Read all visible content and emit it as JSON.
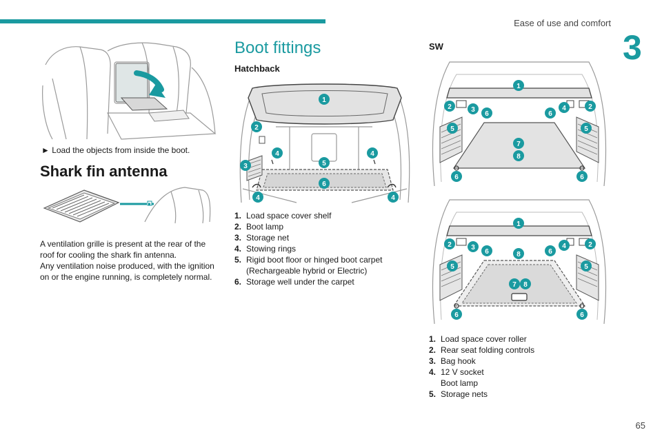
{
  "header": {
    "section_title": "Ease of use and comfort",
    "chapter_number": "3",
    "accent_color": "#1a9aa0"
  },
  "left_column": {
    "seat_instruction": "► Load the objects from inside the boot.",
    "shark_fin": {
      "title": "Shark fin antenna",
      "paragraphs": [
        "A ventilation grille is present at the rear of the roof for cooling the shark fin antenna.",
        "Any ventilation noise produced, with the ignition on or the engine running, is completely normal."
      ]
    }
  },
  "middle_column": {
    "title": "Boot fittings",
    "subtitle": "Hatchback",
    "diagram_labels": [
      "1",
      "2",
      "3",
      "4",
      "4",
      "4",
      "4",
      "5",
      "6"
    ],
    "legend": [
      {
        "num": "1.",
        "text": "Load space cover shelf"
      },
      {
        "num": "2.",
        "text": "Boot lamp"
      },
      {
        "num": "3.",
        "text": "Storage net"
      },
      {
        "num": "4.",
        "text": "Stowing rings"
      },
      {
        "num": "5.",
        "text": "Rigid boot floor or hinged boot carpet",
        "extra": "(Rechargeable hybrid or Electric)"
      },
      {
        "num": "6.",
        "text": "Storage well under the carpet"
      }
    ]
  },
  "right_column": {
    "subtitle": "SW",
    "diagram1_labels": [
      "1",
      "2",
      "2",
      "3",
      "4",
      "5",
      "5",
      "6",
      "6",
      "6",
      "6",
      "7",
      "8"
    ],
    "diagram2_labels": [
      "1",
      "2",
      "2",
      "3",
      "4",
      "5",
      "5",
      "6",
      "6",
      "6",
      "6",
      "7",
      "8",
      "8"
    ],
    "legend": [
      {
        "num": "1.",
        "text": "Load space cover roller"
      },
      {
        "num": "2.",
        "text": "Rear seat folding controls"
      },
      {
        "num": "3.",
        "text": "Bag hook"
      },
      {
        "num": "4.",
        "text": "12 V socket",
        "extra": "Boot lamp"
      },
      {
        "num": "5.",
        "text": "Storage nets"
      }
    ]
  },
  "footer": {
    "page_number": "65"
  }
}
